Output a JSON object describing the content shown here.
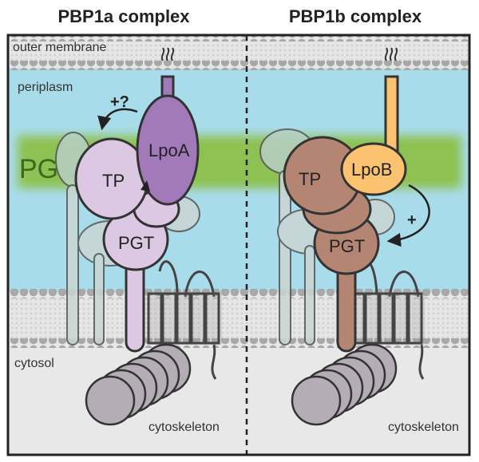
{
  "panels": [
    {
      "title": "PBP1a complex",
      "activator": "LpoA",
      "effect": "+?"
    },
    {
      "title": "PBP1b complex",
      "activator": "LpoB",
      "effect": "+"
    }
  ],
  "labels": {
    "outer_membrane": "outer membrane",
    "periplasm": "periplasm",
    "pg": "PG",
    "cytosol": "cytosol",
    "cytoskeleton": "cytoskeleton",
    "tp": "TP",
    "pgt": "PGT"
  },
  "colors": {
    "periplasm": "#a9dcea",
    "pg_band": "#8cc04a",
    "membrane_bead": "#a8a8a8",
    "membrane_bg": "#e6e6e6",
    "cytosol": "#e8e8e8",
    "pbp1a": "#ddc8e4",
    "lpoa": "#a27ab9",
    "pbp1b": "#b48572",
    "lpob": "#fbc36f",
    "ghost": "#b7cfc4",
    "cytoskeleton": "#b4adb6",
    "outline": "#333333"
  }
}
